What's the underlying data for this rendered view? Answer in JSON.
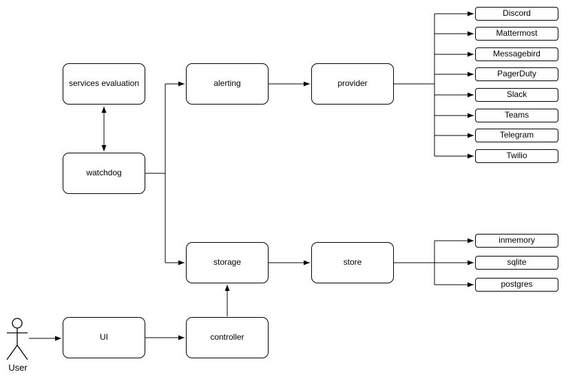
{
  "nodes": {
    "services_evaluation": "services evaluation",
    "alerting": "alerting",
    "provider": "provider",
    "watchdog": "watchdog",
    "storage": "storage",
    "store": "store",
    "ui": "UI",
    "controller": "controller"
  },
  "providers": [
    "Discord",
    "Mattermost",
    "Messagebird",
    "PagerDuty",
    "Slack",
    "Teams",
    "Telegram",
    "Twilio"
  ],
  "stores": [
    "inmemory",
    "sqlite",
    "postgres"
  ],
  "actor": {
    "label": "User"
  },
  "edges": [
    {
      "from": "services evaluation",
      "to": "watchdog",
      "direction": "both"
    },
    {
      "from": "watchdog",
      "to": "alerting",
      "direction": "forward"
    },
    {
      "from": "watchdog",
      "to": "storage",
      "direction": "forward"
    },
    {
      "from": "alerting",
      "to": "provider",
      "direction": "forward"
    },
    {
      "from": "provider",
      "to": "Discord",
      "direction": "forward"
    },
    {
      "from": "provider",
      "to": "Mattermost",
      "direction": "forward"
    },
    {
      "from": "provider",
      "to": "Messagebird",
      "direction": "forward"
    },
    {
      "from": "provider",
      "to": "PagerDuty",
      "direction": "forward"
    },
    {
      "from": "provider",
      "to": "Slack",
      "direction": "forward"
    },
    {
      "from": "provider",
      "to": "Teams",
      "direction": "forward"
    },
    {
      "from": "provider",
      "to": "Telegram",
      "direction": "forward"
    },
    {
      "from": "provider",
      "to": "Twilio",
      "direction": "forward"
    },
    {
      "from": "storage",
      "to": "store",
      "direction": "forward"
    },
    {
      "from": "store",
      "to": "inmemory",
      "direction": "forward"
    },
    {
      "from": "store",
      "to": "sqlite",
      "direction": "forward"
    },
    {
      "from": "store",
      "to": "postgres",
      "direction": "forward"
    },
    {
      "from": "User",
      "to": "UI",
      "direction": "forward"
    },
    {
      "from": "UI",
      "to": "controller",
      "direction": "forward"
    },
    {
      "from": "controller",
      "to": "storage",
      "direction": "forward"
    }
  ],
  "colors": {
    "stroke": "#000000",
    "fill": "#ffffff"
  }
}
